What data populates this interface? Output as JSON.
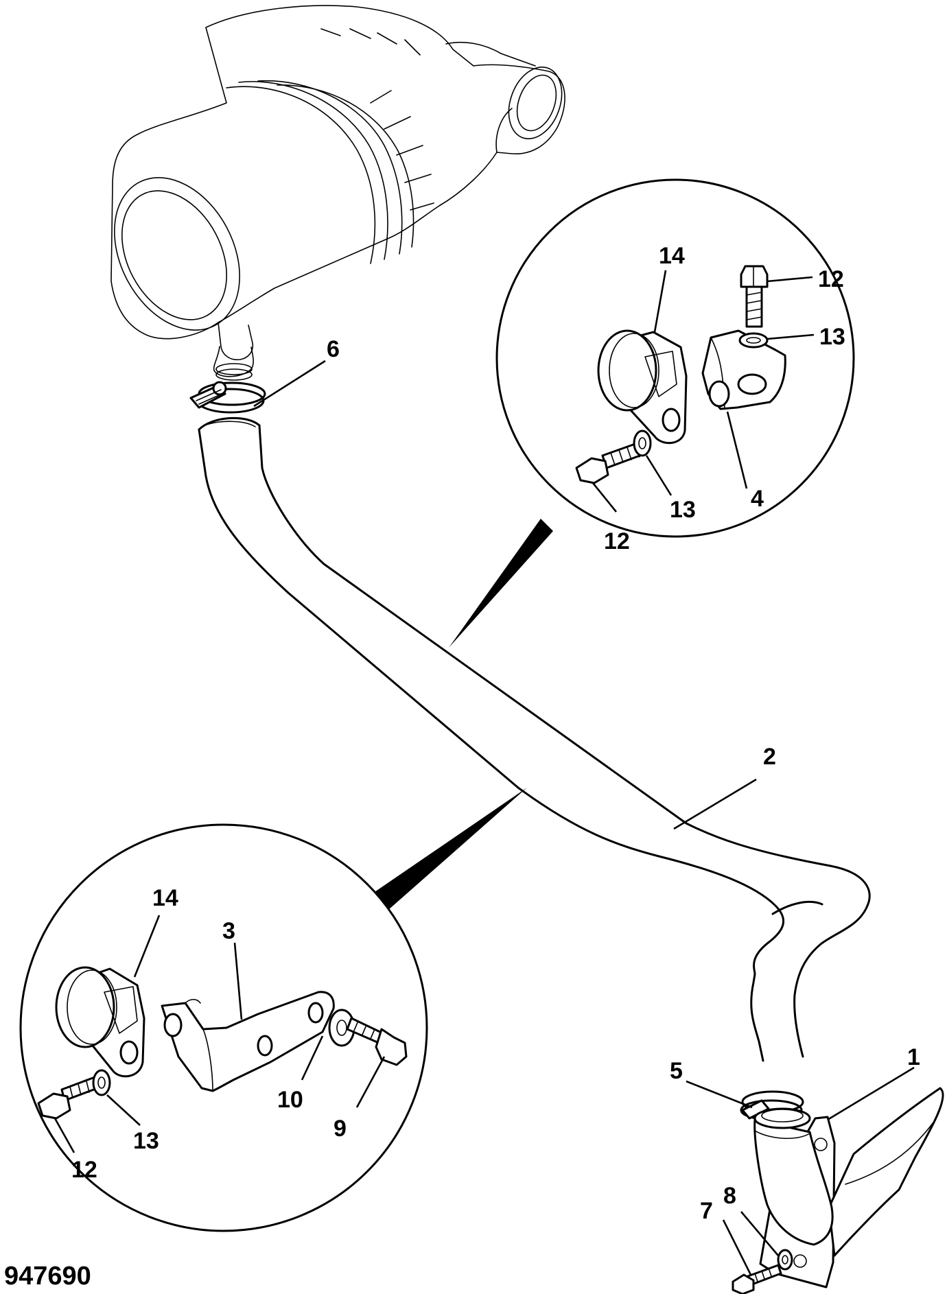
{
  "figure": {
    "number": "947690"
  },
  "callouts": {
    "c1": "1",
    "c2": "2",
    "c3": "3",
    "c4": "4",
    "c5": "5",
    "c6": "6",
    "c7": "7",
    "c8": "8",
    "c9": "9",
    "c10": "10",
    "d1_c12_bolt_top": "12",
    "d1_c13_washer_top": "13",
    "d1_c14_clamp": "14",
    "d1_c13_washer_side": "13",
    "d1_c12_bolt_side": "12",
    "d2_c14_clamp": "14",
    "d2_c13_washer": "13",
    "d2_c12_bolt": "12"
  },
  "colors": {
    "line": "#000000",
    "background": "#ffffff"
  }
}
